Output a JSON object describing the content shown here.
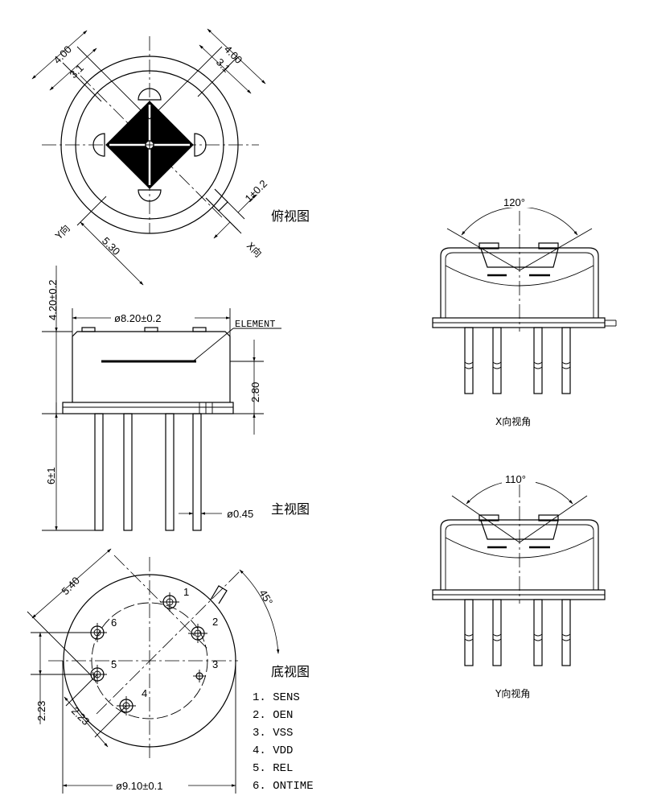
{
  "views": {
    "top_view_label": "俯视图",
    "front_view_label": "主视图",
    "bottom_view_label": "底视图",
    "x_angle_label": "X向视角",
    "y_angle_label": "Y向视角"
  },
  "top_view": {
    "dim_left_outer": "4.00",
    "dim_left_inner": "3.1",
    "dim_right_outer": "4.00",
    "dim_right_inner": "3.1",
    "dim_tab": "1±0.2",
    "dim_diag": "5.30",
    "y_dir": "Y向",
    "x_dir": "X向"
  },
  "front_view": {
    "height_total": "4.20±0.2",
    "diameter": "ø8.20±0.2",
    "element_label": "ELEMENT",
    "element_height": "2.80",
    "pin_length": "6±1",
    "pin_diameter": "ø0.45"
  },
  "bottom_view": {
    "dim_diag": "5.40",
    "angle": "45°",
    "dim_pitch_v": "2.23",
    "dim_pitch_d": "2.23",
    "diameter": "ø9.10±0.1",
    "pin_numbers": [
      "1",
      "2",
      "3",
      "4",
      "5",
      "6"
    ]
  },
  "pin_list": [
    "1. SENS",
    "2. OEN",
    "3. VSS",
    "4. VDD",
    "5. REL",
    "6. ONTIME"
  ],
  "x_view": {
    "angle": "120°"
  },
  "y_view": {
    "angle": "110°"
  }
}
